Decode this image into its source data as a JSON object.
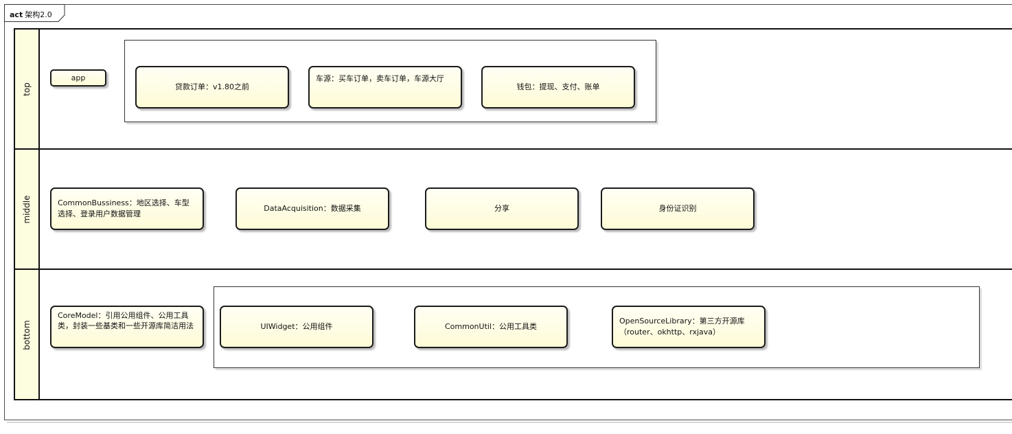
{
  "frame": {
    "keyword": "act",
    "name": "架构2.0"
  },
  "lanes": [
    {
      "label": "top"
    },
    {
      "label": "middle"
    },
    {
      "label": "bottom"
    }
  ],
  "top": {
    "app": "app",
    "loan_orders": "贷款订单：v1.80之前",
    "car_source": "车源：买车订单，卖车订单，车源大厅",
    "wallet": "钱包：提现、支付、账单"
  },
  "middle": {
    "common_business": "CommonBussiness：地区选择、车型选择、登录用户数据管理",
    "data_acquisition": "DataAcquisition：数据采集",
    "share": "分享",
    "id_card": "身份证识别"
  },
  "bottom": {
    "core_model": "CoreModel：引用公用组件、公用工具类，封装一些基类和一些开源库简洁用法",
    "ui_widget": "UIWidget：公用组件",
    "common_util": "CommonUtil：公用工具类",
    "open_source": "OpenSourceLibrary：第三方开源库（router、okhttp、rxjava）"
  }
}
